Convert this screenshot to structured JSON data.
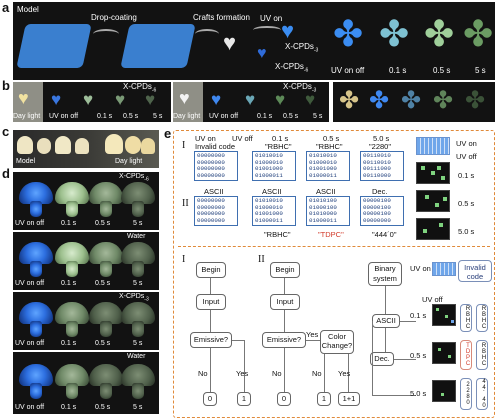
{
  "panel_labels": {
    "a": "a",
    "b": "b",
    "c": "c",
    "d": "d",
    "e": "e"
  },
  "panel_a": {
    "model": "Model",
    "drop_coating": "Drop-coating",
    "crafts_formation": "Crafts formation",
    "uv_on": "UV on",
    "x_cpds_3": "X-CPDs",
    "x_cpds_3_sub": "-3",
    "x_cpds_6": "X-CPDs",
    "x_cpds_6_sub": "-6",
    "uv_on_off": "UV on  off",
    "t01": "0.1 s",
    "t05": "0.5 s",
    "t5": "5 s"
  },
  "panel_b": {
    "left_tag": "X-CPDs",
    "left_tag_sub": "-6",
    "mid_tag": "X-CPDs",
    "mid_tag_sub": "-3",
    "day_light": "Day light",
    "uv_on_off": "UV on  off",
    "t01": "0.1 s",
    "t05": "0.5 s",
    "t5": "5 s"
  },
  "panel_c": {
    "model": "Model",
    "day_light": "Day light"
  },
  "panel_d": {
    "rows": [
      {
        "tag": "X-CPDs",
        "sub": "-6"
      },
      {
        "tag": "Water",
        "sub": ""
      },
      {
        "tag": "X-CPDs",
        "sub": "-3"
      },
      {
        "tag": "Water",
        "sub": ""
      }
    ],
    "uv_on_off": "UV on  off",
    "t01": "0.1 s",
    "t05": "0.5 s",
    "t5": "5 s"
  },
  "panel_e": {
    "roman1": "I",
    "roman2": "II",
    "top_cols": [
      {
        "h1": "UV on",
        "h2": "Invalid code",
        "foot": ""
      },
      {
        "h1": "UV off",
        "h2": "",
        "foot": ""
      },
      {
        "h1": "0.1 s",
        "h2": "\"RBHC\"",
        "foot": ""
      },
      {
        "h1": "0.5 s",
        "h2": "\"RBHC\"",
        "foot": ""
      },
      {
        "h1": "5.0 s",
        "h2": "\"2280\"",
        "foot": ""
      }
    ],
    "row1_bins": [
      "00000000\n00000000\n00000000\n00000000",
      "01010010\n01000010\n01001000\n01000011",
      "01010010\n01000010\n01001000\n01000011",
      "00110010\n00110010\n00111000\n00110000"
    ],
    "row2_heads": [
      "ASCII",
      "ASCII",
      "ASCII",
      "Dec."
    ],
    "row2_bins": [
      "00000000\n00000000\n00000000\n00000000",
      "01010010\n01000010\n01001000\n01000011",
      "01010100\n01000100\n01010000\n01000011",
      "00000100\n00000100\n00000100\n00000000"
    ],
    "row2_foot": [
      "",
      "\"RBHC\"",
      "\"TDPC\"",
      "\"444´0\""
    ],
    "right_times": [
      "UV on",
      "UV off",
      "0.1 s",
      "0.5 s",
      "5.0 s"
    ],
    "flow": {
      "begin": "Begin",
      "input": "Input",
      "emissive": "Emissive?",
      "color_change": "Color Change?",
      "yes": "Yes",
      "no": "No",
      "out0": "0",
      "out1": "1",
      "out11": "1+1",
      "binary_system": "Binary system",
      "ascii": "ASCII",
      "dec": "Dec.",
      "uv_on": "UV on",
      "uv_off": "UV off",
      "invalid_code": "Invalid code",
      "t01": "0.1 s",
      "t05": "0.5 s",
      "t50": "5.0 s",
      "rbhc_col": "RBHC",
      "tdpc_col": "TDPC",
      "dec_col1": "2280",
      "dec_col2": "44´40"
    }
  }
}
